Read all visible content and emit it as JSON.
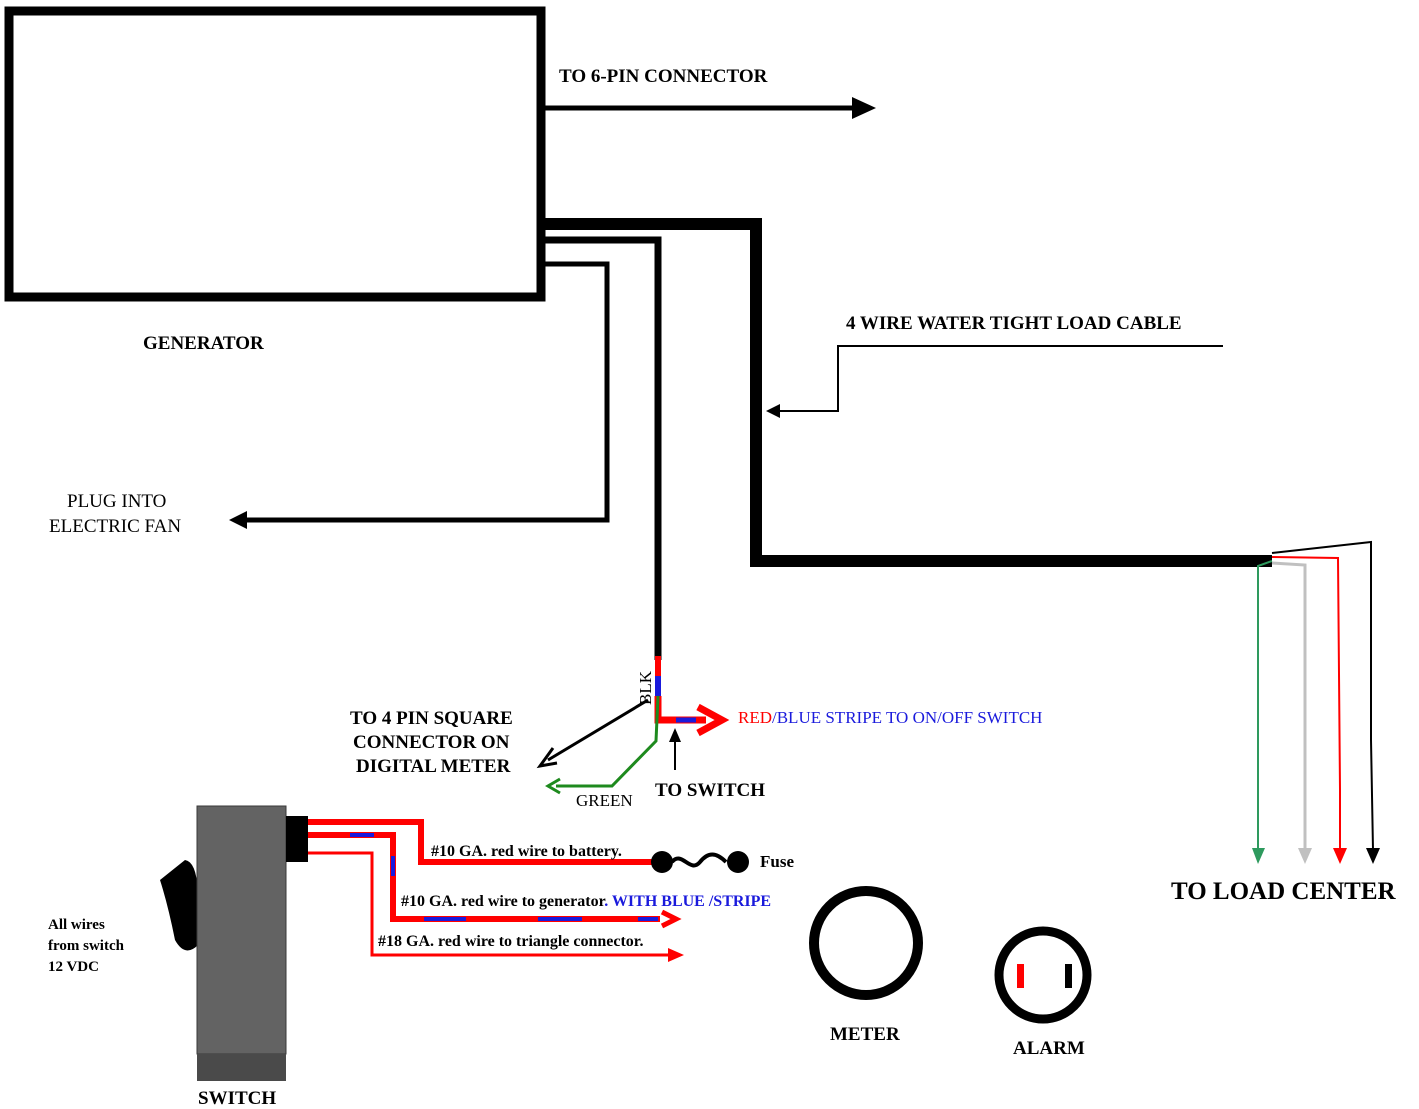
{
  "labels": {
    "to_6pin": "TO 6-PIN CONNECTOR",
    "generator": "GENERATOR",
    "load_cable": "4 WIRE WATER TIGHT LOAD CABLE",
    "fan_line1": "PLUG INTO",
    "fan_line2": "ELECTRIC FAN",
    "blk": "BLK",
    "meter_conn_line1": "TO 4 PIN SQUARE",
    "meter_conn_line2": "CONNECTOR ON",
    "meter_conn_line3": "DIGITAL METER",
    "red": "RED",
    "blue_stripe_switch": "/BLUE  STRIPE  TO ON/OFF  SWITCH",
    "green": "GREEN",
    "to_switch": "TO SWITCH",
    "battery_wire": "#10 GA. red wire to battery.",
    "fuse": "Fuse",
    "generator_wire": "#10 GA. red wire to generator",
    "with_blue_stripe": ". WITH BLUE /STRIPE",
    "triangle_wire": "#18 GA. red wire to triangle connector.",
    "all_wires_line1": "All wires",
    "all_wires_line2": "from switch",
    "all_wires_line3": "12 VDC",
    "switch": "SWITCH",
    "meter": "METER",
    "alarm": "ALARM",
    "to_load_center": "TO LOAD CENTER"
  },
  "colors": {
    "black": "#000000",
    "red": "#ff0000",
    "blue": "#1a1adc",
    "green": "#1e8a1e",
    "load_green": "#2e9a5e",
    "gray": "#c0c0c0",
    "switch_body": "#636363",
    "switch_base": "#4a4a4a"
  },
  "icons": [
    "fuse-icon",
    "meter-icon",
    "alarm-outlet-icon",
    "toggle-switch-icon"
  ]
}
